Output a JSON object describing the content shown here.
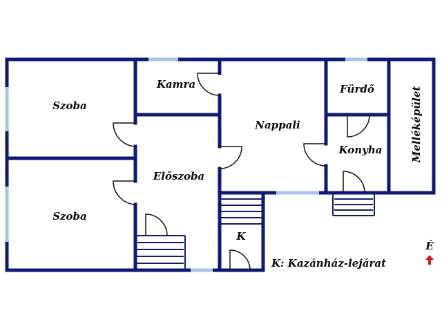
{
  "floorplan": {
    "rooms": {
      "szoba_top": "Szoba",
      "szoba_bottom": "Szoba",
      "kamra": "Kamra",
      "nappali": "Nappali",
      "furdo": "Fürdő",
      "konyha": "Konyha",
      "eloszoba": "Előszoba",
      "k": "K"
    },
    "annex_label": "Melléképület",
    "legend": "K: Kazánház-lejárat",
    "compass": {
      "letter": "É",
      "arrow": "↑"
    },
    "colors": {
      "wall": "#0f1a73",
      "window": "#a9c6ea",
      "door_line": "#111111",
      "stair_line": "#0f1a73",
      "compass_arrow": "#e0101a"
    }
  }
}
